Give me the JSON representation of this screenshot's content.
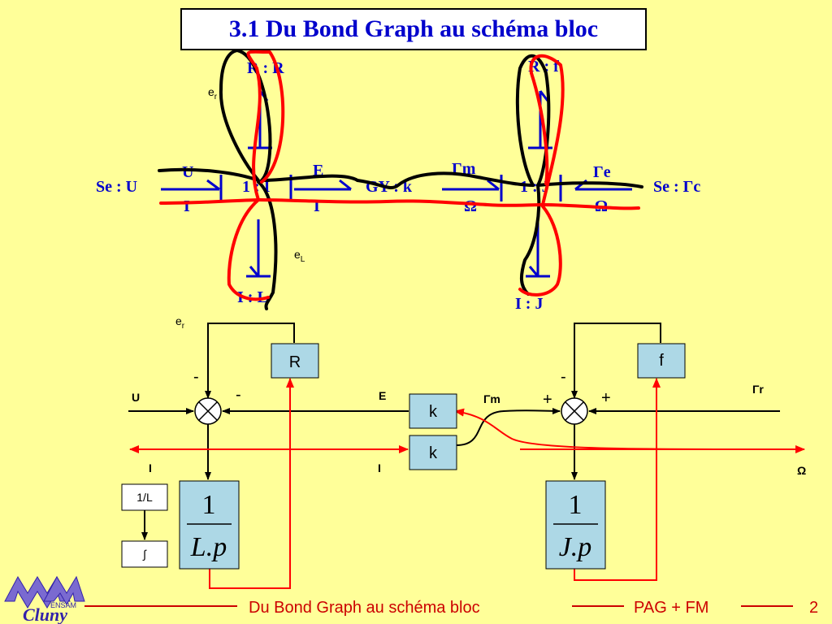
{
  "title": "3.1 Du Bond Graph au schéma bloc",
  "bond_graph": {
    "elements": {
      "source_u": "Se : U",
      "junction_1": "1 : I",
      "gyrator": "GY : k",
      "junction_2": "1 : J",
      "source_gamma": "Se : Γc",
      "resistor_r": "R : R",
      "inertia_l": "I : L",
      "resistor_f": "R : f",
      "inertia_j": "I : J"
    },
    "variables": {
      "u": "U",
      "i_left": "I",
      "e": "E",
      "i_mid": "I",
      "gamma_m": "Γm",
      "omega_mid": "Ω",
      "gamma_e": "Γe",
      "omega_right": "Ω"
    },
    "annotations": {
      "er": "e",
      "er_sub": "r",
      "el": "e",
      "el_sub": "L"
    }
  },
  "block_diagram": {
    "blocks": {
      "r": "R",
      "f": "f",
      "k_top": "k",
      "k_bottom": "k",
      "inv_l": "1/L",
      "integral": "∫",
      "tf_l_num": "1",
      "tf_l_den": "L.p",
      "tf_j_num": "1",
      "tf_j_den": "J.p"
    },
    "signals": {
      "er": "e",
      "er_sub": "r",
      "u": "U",
      "e": "E",
      "gamma_m": "Γm",
      "gamma_r": "Γr",
      "i_left": "I",
      "i_mid": "I",
      "omega": "Ω"
    },
    "signs": {
      "sum1_top": "-",
      "sum1_right": "-",
      "sum2_top": "-",
      "sum2_left": "+",
      "sum2_right": "+"
    }
  },
  "footer": {
    "title": "Du Bond Graph au schéma bloc",
    "course": "PAG + FM",
    "page": "2"
  },
  "logo": {
    "sub": "ENSAM",
    "script": "Cluny"
  },
  "colors": {
    "background": "#ffff99",
    "bond_blue": "#0000cc",
    "annotation_red": "#ff0000",
    "annotation_black": "#000000",
    "block_fill": "#add8e6",
    "footer_red": "#cc0000"
  }
}
